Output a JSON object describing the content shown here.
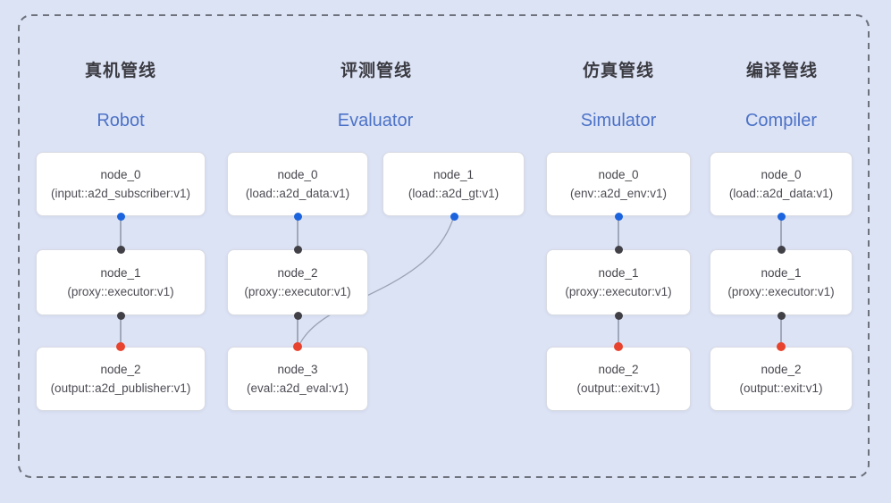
{
  "diagram": {
    "background_color": "#dce3f5",
    "dashed_border_color": "#6e727d",
    "edge_color": "#808a9c",
    "port_colors": {
      "output_port_blue": "#1c64de",
      "mid_port_black": "#404046",
      "input_port_red": "#e7432e"
    },
    "pipelines": [
      {
        "title_zh": "真机管线",
        "title_en": "Robot",
        "nodes": [
          {
            "name": "node_0",
            "type": "(input::a2d_subscriber:v1)"
          },
          {
            "name": "node_1",
            "type": "(proxy::executor:v1)"
          },
          {
            "name": "node_2",
            "type": "(output::a2d_publisher:v1)"
          }
        ]
      },
      {
        "title_zh": "评测管线",
        "title_en": "Evaluator",
        "nodes": [
          {
            "name": "node_0",
            "type": "(load::a2d_data:v1)"
          },
          {
            "name": "node_1",
            "type": "(load::a2d_gt:v1)"
          },
          {
            "name": "node_2",
            "type": "(proxy::executor:v1)"
          },
          {
            "name": "node_3",
            "type": "(eval::a2d_eval:v1)"
          }
        ]
      },
      {
        "title_zh": "仿真管线",
        "title_en": "Simulator",
        "nodes": [
          {
            "name": "node_0",
            "type": "(env::a2d_env:v1)"
          },
          {
            "name": "node_1",
            "type": "(proxy::executor:v1)"
          },
          {
            "name": "node_2",
            "type": "(output::exit:v1)"
          }
        ]
      },
      {
        "title_zh": "编译管线",
        "title_en": "Compiler",
        "nodes": [
          {
            "name": "node_0",
            "type": "(load::a2d_data:v1)"
          },
          {
            "name": "node_1",
            "type": "(proxy::executor:v1)"
          },
          {
            "name": "node_2",
            "type": "(output::exit:v1)"
          }
        ]
      }
    ]
  }
}
